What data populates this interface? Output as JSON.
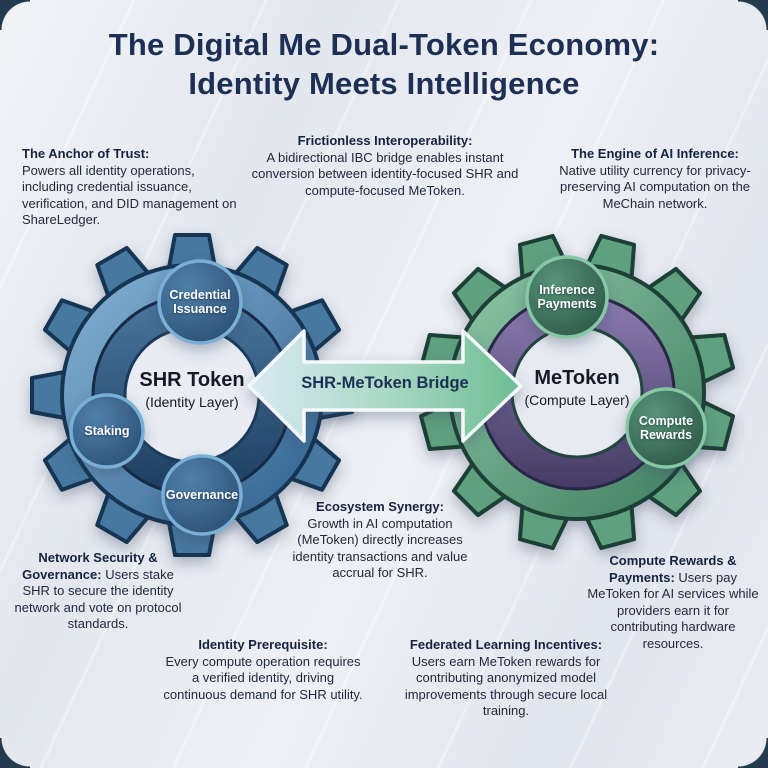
{
  "title": {
    "line1": "The Digital Me Dual-Token Economy:",
    "line2": "Identity Meets Intelligence"
  },
  "left_gear": {
    "token_name": "SHR Token",
    "layer": "(Identity Layer)",
    "nodes": [
      "Credential Issuance",
      "Staking",
      "Governance"
    ]
  },
  "right_gear": {
    "token_name": "MeToken",
    "layer": "(Compute Layer)",
    "nodes": [
      "Inference Payments",
      "Compute Rewards"
    ]
  },
  "bridge": {
    "label": "SHR-MeToken Bridge"
  },
  "annotations": {
    "anchor_of_trust": {
      "heading": "The Anchor of Trust:",
      "body": "Powers all identity operations, including credential issuance, verification, and DID management on ShareLedger."
    },
    "frictionless_interoperability": {
      "heading": "Frictionless Interoperability:",
      "body": "A bidirectional IBC bridge enables instant conversion between identity-focused SHR and compute-focused MeToken."
    },
    "engine_of_ai_inference": {
      "heading": "The Engine of AI Inference:",
      "body": "Native utility currency for privacy-preserving AI computation on the MeChain network."
    },
    "network_security_governance": {
      "heading": "Network Security & Governance:",
      "body": "Users stake SHR to secure the identity network and vote on protocol standards."
    },
    "ecosystem_synergy": {
      "heading": "Ecosystem Synergy:",
      "body": "Growth in AI computation (MeToken) directly increases identity transactions and value accrual for SHR."
    },
    "identity_prerequisite": {
      "heading": "Identity Prerequisite:",
      "body": "Every compute operation requires a verified identity, driving continuous demand for SHR utility."
    },
    "federated_learning_incentives": {
      "heading": "Federated Learning Incentives:",
      "body": "Users earn MeToken rewards for contributing anonymized model improvements through secure local training."
    },
    "compute_rewards_payments": {
      "heading": "Compute Rewards & Payments:",
      "body": "Users pay MeToken for AI services while providers earn it for contributing hardware resources."
    }
  },
  "colors": {
    "background": "#e8ebf1",
    "title_navy": "#1d3054",
    "shr_gear_blue": "#46789f",
    "shr_inner_blue": "#2c5176",
    "metoken_gear_green": "#5fa17f",
    "metoken_inner_purple": "#6e6090",
    "node_text": "#ffffff",
    "bridge_gradient_start": "#d7e9f2",
    "bridge_gradient_end": "#6dbd92"
  }
}
